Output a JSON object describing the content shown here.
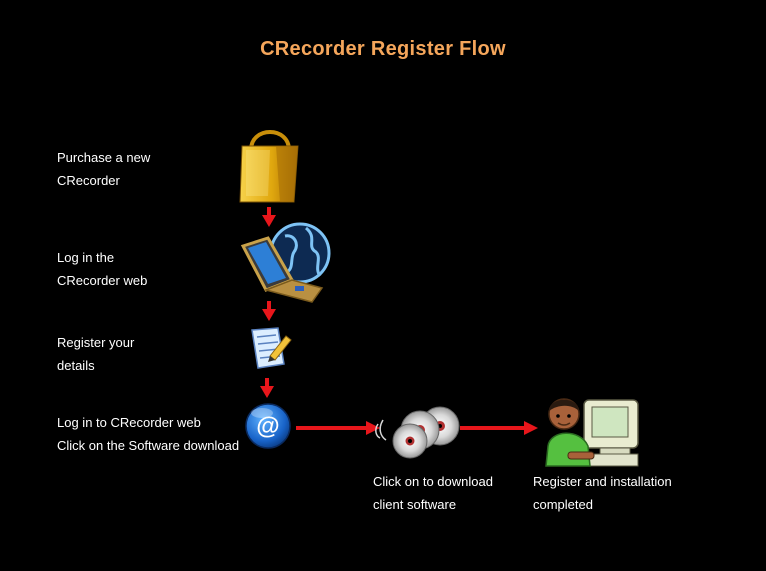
{
  "title": "CRecorder Register Flow",
  "colors": {
    "title": "#f5a65b",
    "background": "#000000",
    "arrow": "#e8161b",
    "text": "#ffffff"
  },
  "steps": [
    {
      "icon": "shopping-bag-icon",
      "lines": [
        "Purchase a new",
        "CRecorder"
      ]
    },
    {
      "icon": "laptop-globe-icon",
      "lines": [
        "Log in the",
        "CRecorder web"
      ]
    },
    {
      "icon": "document-pencil-icon",
      "lines": [
        "Register your",
        "details"
      ]
    },
    {
      "icon": "email-at-icon",
      "lines": [
        "Log in to CRecorder web",
        "Click on the Software download"
      ]
    },
    {
      "icon": "cd-discs-icon",
      "lines": [
        "Click on to download",
        "client software"
      ]
    },
    {
      "icon": "person-computer-icon",
      "lines": [
        "Register and installation",
        "completed"
      ]
    }
  ]
}
